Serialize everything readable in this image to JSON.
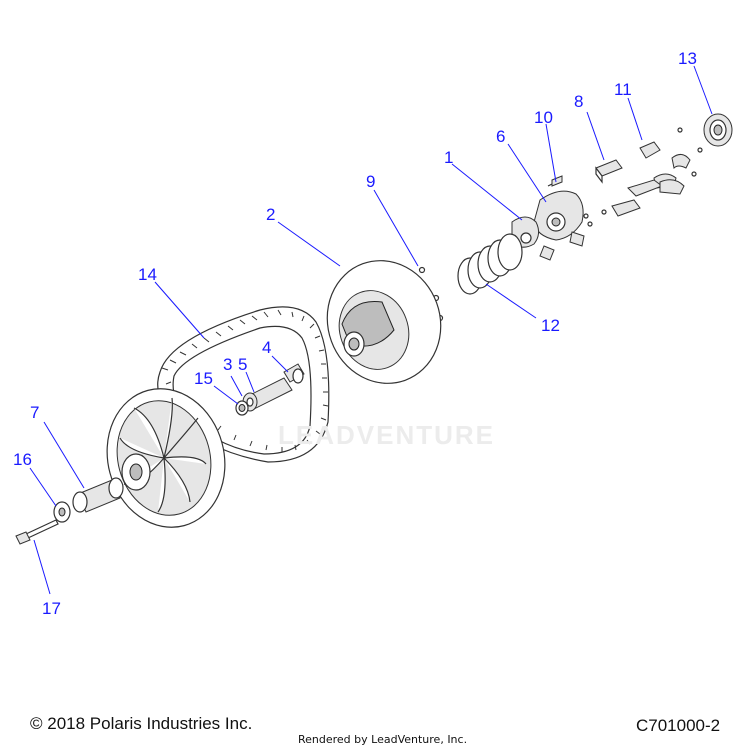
{
  "watermark": "LEADVENTURE",
  "callouts": [
    {
      "id": "c1",
      "label": "1"
    },
    {
      "id": "c2",
      "label": "2"
    },
    {
      "id": "c3",
      "label": "3"
    },
    {
      "id": "c4",
      "label": "4"
    },
    {
      "id": "c5",
      "label": "5"
    },
    {
      "id": "c6",
      "label": "6"
    },
    {
      "id": "c7",
      "label": "7"
    },
    {
      "id": "c8",
      "label": "8"
    },
    {
      "id": "c9",
      "label": "9"
    },
    {
      "id": "c10",
      "label": "10"
    },
    {
      "id": "c11",
      "label": "11"
    },
    {
      "id": "c12",
      "label": "12"
    },
    {
      "id": "c13",
      "label": "13"
    },
    {
      "id": "c14",
      "label": "14"
    },
    {
      "id": "c15",
      "label": "15"
    },
    {
      "id": "c16",
      "label": "16"
    },
    {
      "id": "c17",
      "label": "17"
    }
  ],
  "footer": {
    "copyright": "© 2018 Polaris Industries Inc.",
    "rendered_by": "Rendered by LeadVenture, Inc.",
    "diagram_code": "C701000-2"
  },
  "colors": {
    "callout": "#1a1aff",
    "line": "#333333"
  }
}
